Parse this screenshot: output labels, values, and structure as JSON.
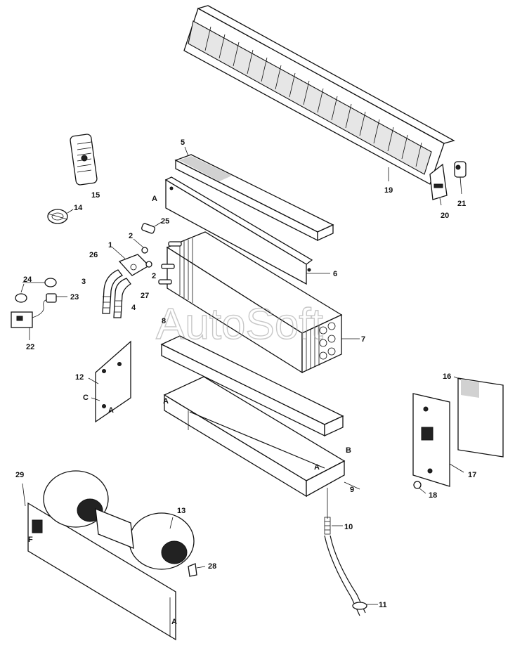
{
  "watermark": "AutoSoft",
  "callouts": {
    "n1": "1",
    "n2a": "2",
    "n2b": "2",
    "n3": "3",
    "n4": "4",
    "n5": "5",
    "n6": "6",
    "n7": "7",
    "n8": "8",
    "n9": "9",
    "n10": "10",
    "n11": "11",
    "n12": "12",
    "n13": "13",
    "n14": "14",
    "n15": "15",
    "n16": "16",
    "n17": "17",
    "n18": "18",
    "n19": "19",
    "n20": "20",
    "n21": "21",
    "n22": "22",
    "n23": "23",
    "n24": "24",
    "n25": "25",
    "n26": "26",
    "n27": "27",
    "n28": "28",
    "n29": "29"
  },
  "markers": {
    "a_panel6": "A",
    "c_bracket12": "C",
    "a_bracket12": "A",
    "a_tray9": "A",
    "a_tray9_right": "A",
    "b_tray9": "B",
    "f_blower": "F",
    "a_blower": "A"
  }
}
